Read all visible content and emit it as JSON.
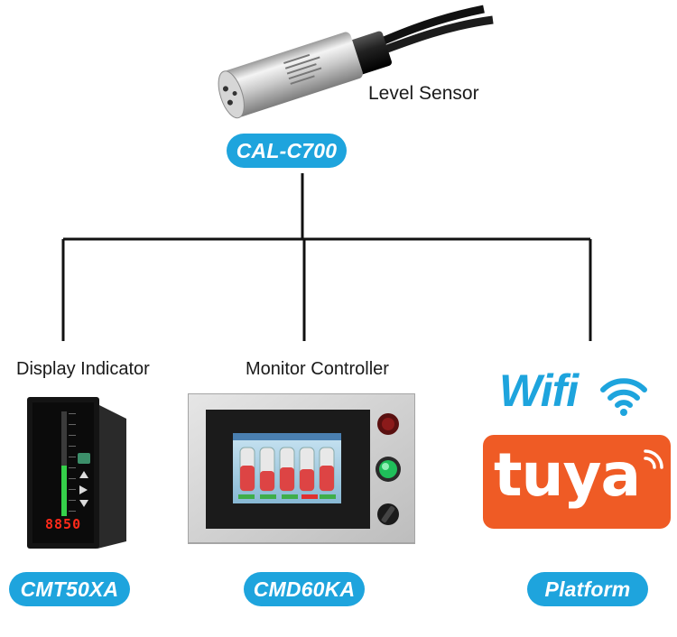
{
  "sensor": {
    "label": "Level Sensor",
    "model": "CAL-C700"
  },
  "branches": [
    {
      "label": "Display Indicator",
      "model": "CMT50XA"
    },
    {
      "label": "Monitor Controller",
      "model": "CMD60KA"
    },
    {
      "label": "",
      "model": "Platform"
    }
  ],
  "platform": {
    "wifi_text": "Wifi",
    "brand_text": "tuya"
  },
  "indicator_readout": "8850",
  "colors": {
    "accent": "#1ea4dd",
    "brand": "#ef5b25",
    "line": "#111111"
  }
}
